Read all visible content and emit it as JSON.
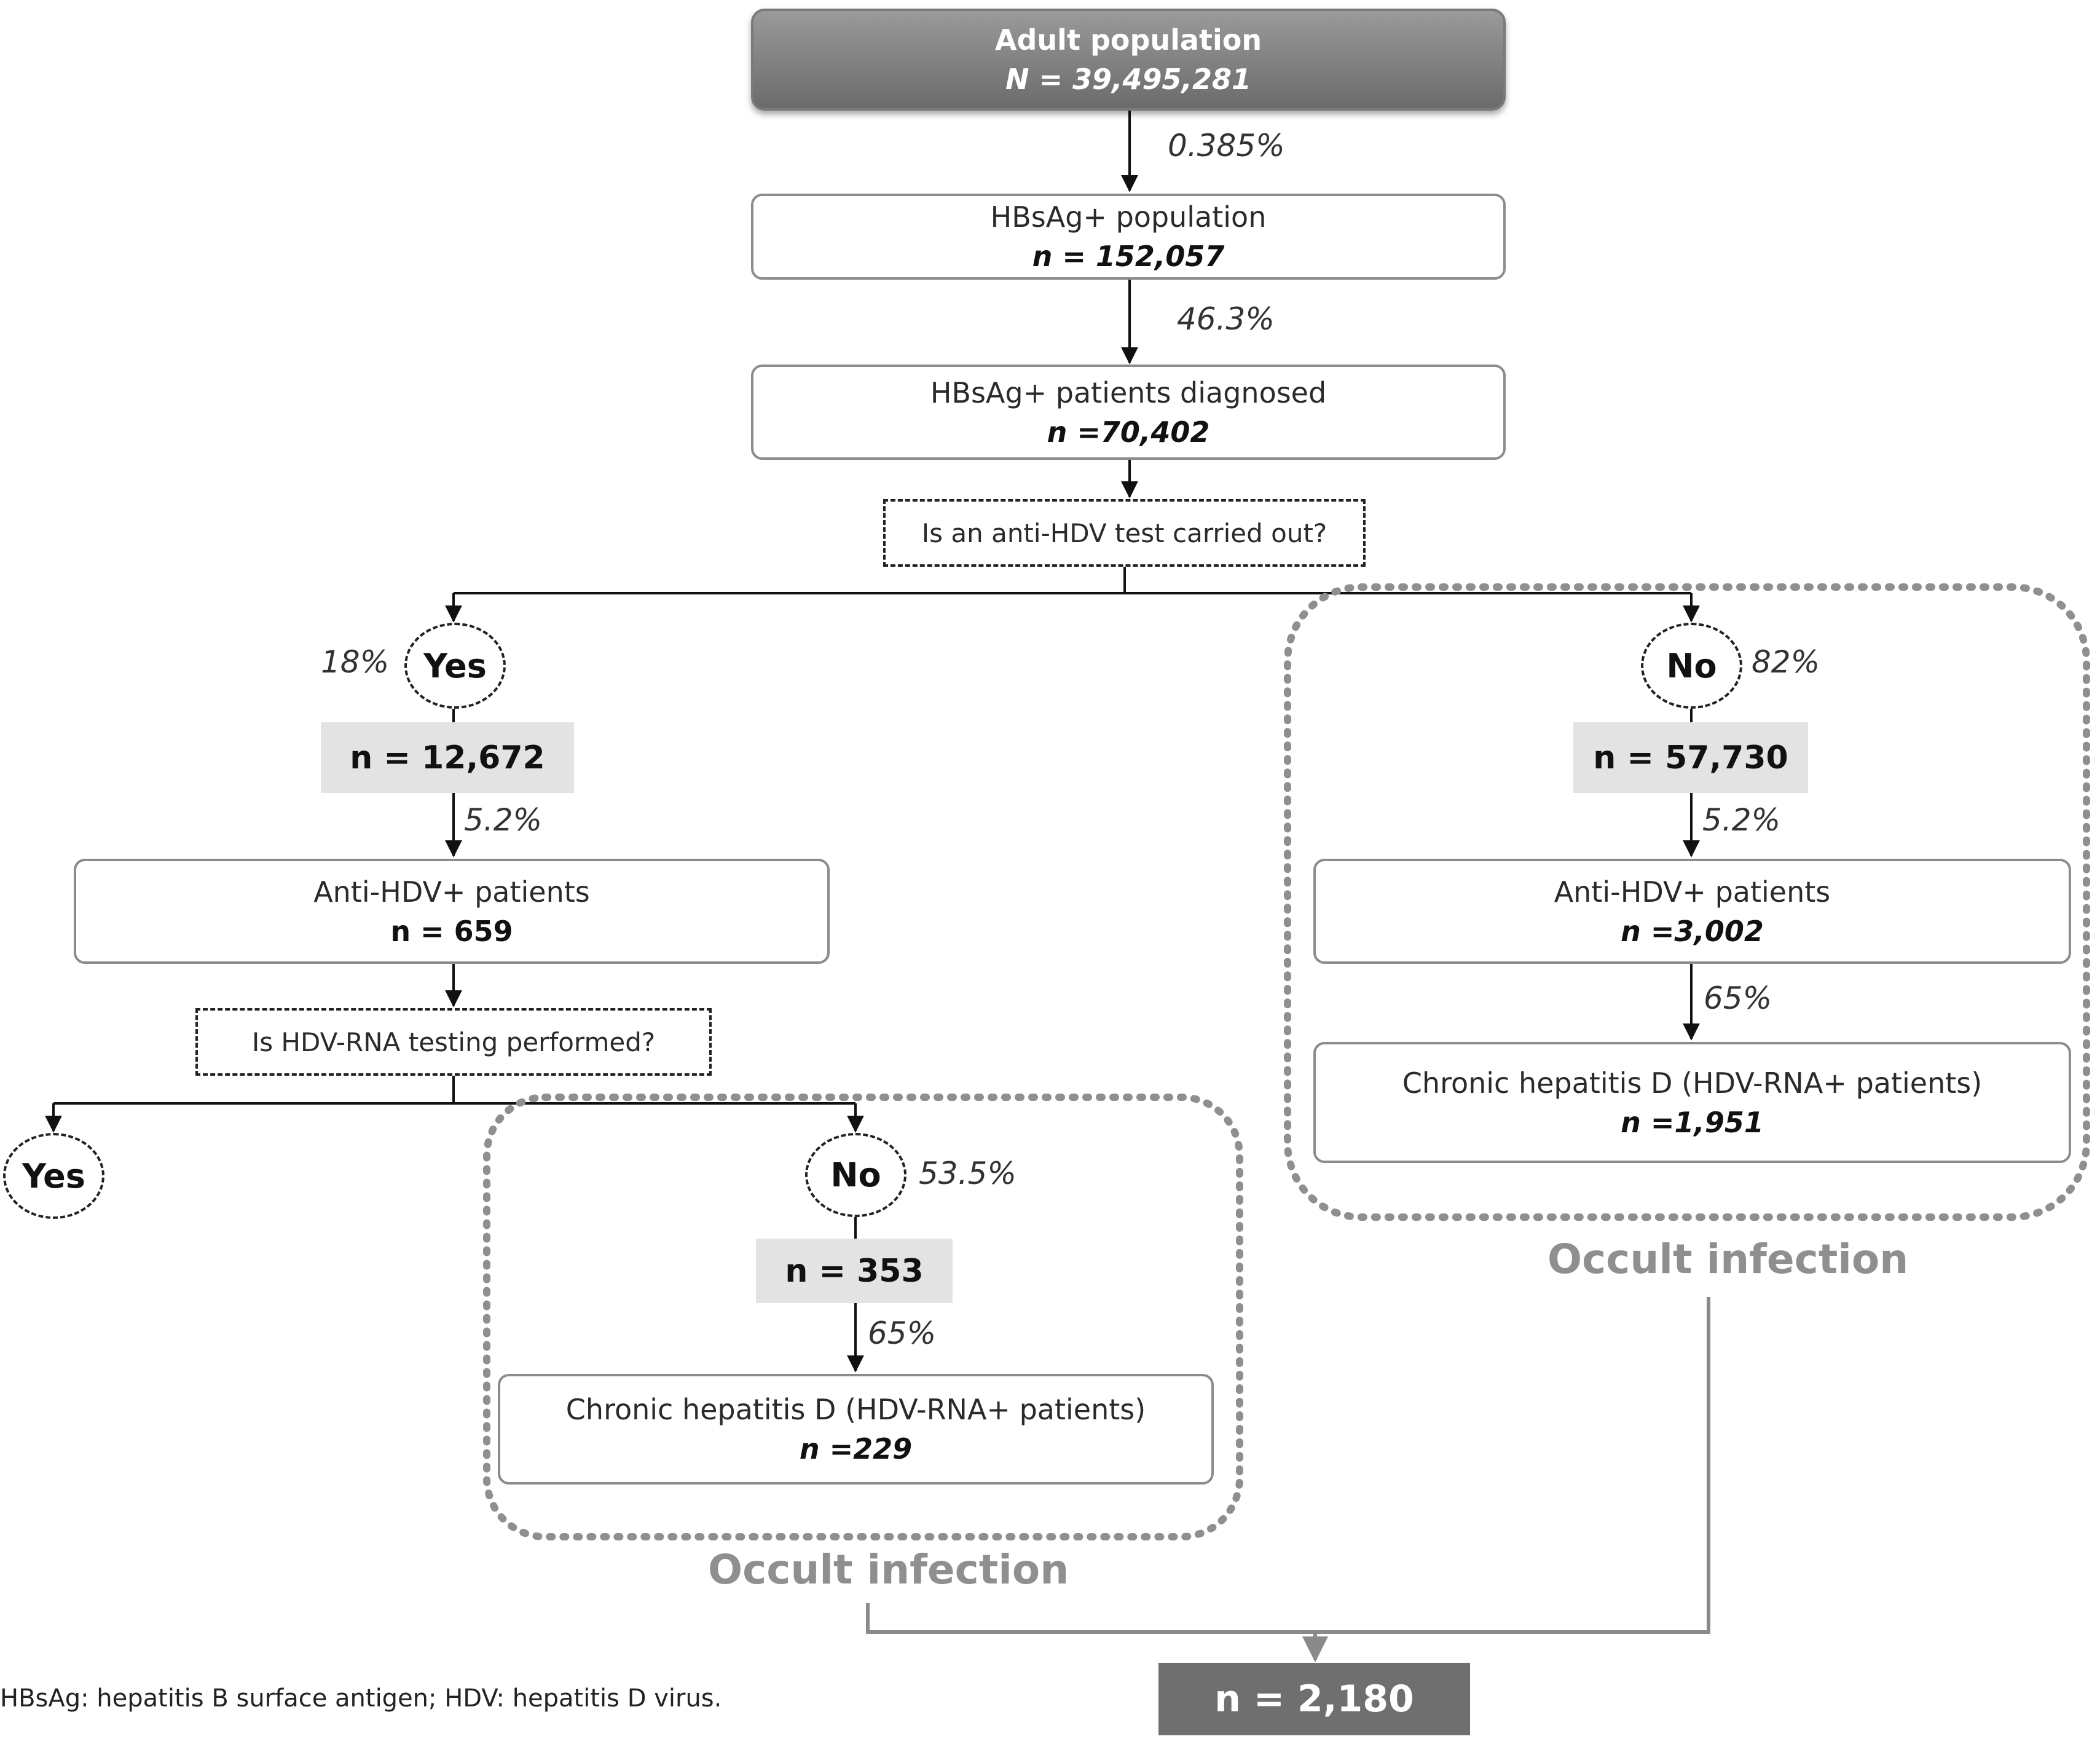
{
  "adult_population": {
    "label": "Adult population",
    "value": "N = 39,495,281"
  },
  "hbsag_population": {
    "label": "HBsAg+ population",
    "value": "n = 152,057",
    "pct": "0.385%"
  },
  "hbsag_diagnosed": {
    "label": "HBsAg+ patients diagnosed",
    "value": "n =70,402",
    "pct": "46.3%"
  },
  "anti_hdv_question": "Is an anti-HDV test carried out?",
  "left_branch": {
    "answer": "Yes",
    "pct": "18%",
    "count": "n = 12,672",
    "anti_hdv_pct": "5.2%",
    "anti_hdv": {
      "label": "Anti-HDV+ patients",
      "value": "n = 659"
    },
    "rna_question": "Is HDV-RNA testing performed?",
    "rna_yes": "Yes",
    "rna_no": {
      "answer": "No",
      "pct": "53.5%",
      "count": "n = 353",
      "chronic_pct": "65%",
      "chronic": {
        "label": "Chronic hepatitis D (HDV-RNA+ patients)",
        "value": "n =229"
      },
      "occult_label": "Occult infection"
    }
  },
  "right_branch": {
    "answer": "No",
    "pct": "82%",
    "count": "n = 57,730",
    "anti_hdv_pct": "5.2%",
    "anti_hdv": {
      "label": "Anti-HDV+ patients",
      "value": "n =3,002"
    },
    "chronic_pct": "65%",
    "chronic": {
      "label": "Chronic hepatitis D (HDV-RNA+ patients)",
      "value": "n =1,951"
    },
    "occult_label": "Occult infection"
  },
  "total": "n = 2,180",
  "footnote": "HBsAg: hepatitis B surface antigen; HDV: hepatitis D virus."
}
